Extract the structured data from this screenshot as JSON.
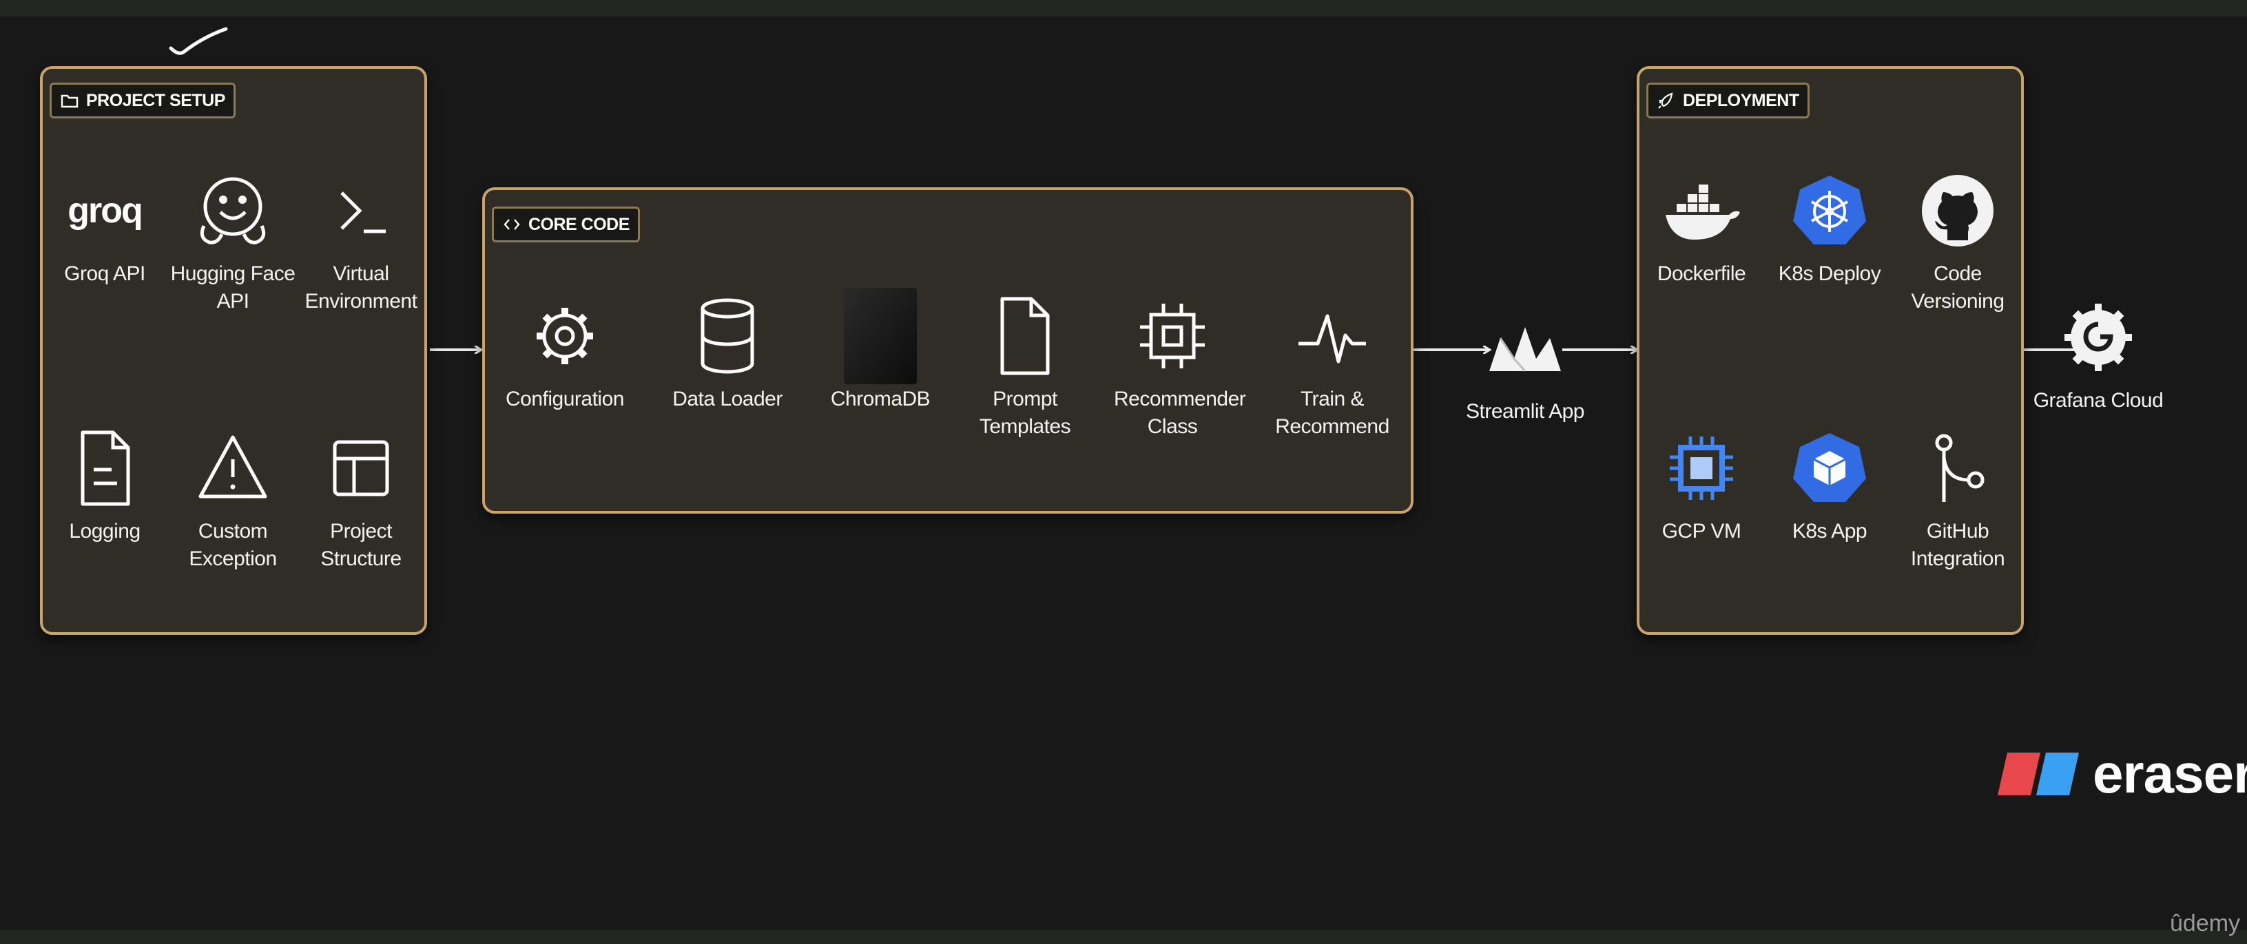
{
  "groups": {
    "project_setup": {
      "label": "PROJECT SETUP",
      "nodes": [
        {
          "label": "Groq API",
          "logo_text": "groq",
          "icon": "groq-logo"
        },
        {
          "label": "Hugging Face API",
          "icon": "hugging-face-icon"
        },
        {
          "label": "Virtual Environment",
          "icon": "terminal-icon"
        },
        {
          "label": "Logging",
          "icon": "document-icon"
        },
        {
          "label": "Custom Exception",
          "icon": "warning-icon"
        },
        {
          "label": "Project Structure",
          "icon": "layout-icon"
        }
      ]
    },
    "core_code": {
      "label": "CORE CODE",
      "nodes": [
        {
          "label": "Configuration",
          "icon": "gear-icon"
        },
        {
          "label": "Data Loader",
          "icon": "database-icon"
        },
        {
          "label": "ChromaDB",
          "icon": "chromadb-icon"
        },
        {
          "label": "Prompt Templates",
          "icon": "file-icon"
        },
        {
          "label": "Recommender Class",
          "icon": "chip-icon"
        },
        {
          "label": "Train & Recommend",
          "icon": "pulse-icon"
        }
      ]
    },
    "deployment": {
      "label": "DEPLOYMENT",
      "nodes": [
        {
          "label": "Dockerfile",
          "icon": "docker-icon"
        },
        {
          "label": "K8s Deploy",
          "icon": "kubernetes-icon"
        },
        {
          "label": "Code Versioning",
          "icon": "github-icon"
        },
        {
          "label": "GCP VM",
          "icon": "gcp-cpu-icon"
        },
        {
          "label": "K8s App",
          "icon": "kubernetes-pod-icon"
        },
        {
          "label": "GitHub Integration",
          "icon": "git-branch-icon"
        }
      ]
    }
  },
  "standalone": {
    "streamlit": {
      "label": "Streamlit App",
      "icon": "streamlit-icon"
    },
    "grafana": {
      "label": "Grafana Cloud",
      "icon": "grafana-icon"
    }
  },
  "branding": {
    "eraser": "eraser",
    "udemy": "ûdemy"
  },
  "colors": {
    "background": "#181818",
    "group_border": "#c8a468",
    "group_fill": "#2f2d25",
    "kubernetes_blue": "#326ce5",
    "gcp_blue": "#4285f4",
    "eraser_red": "#e8474c",
    "eraser_blue": "#3aa0f2"
  }
}
